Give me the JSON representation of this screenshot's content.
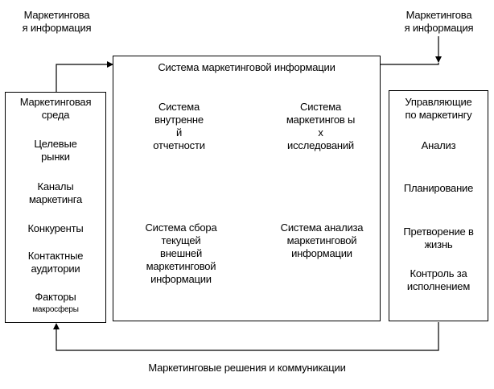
{
  "left_external": [
    "Маркетингова",
    "я информация"
  ],
  "right_external": [
    "Маркетингова",
    "я информация"
  ],
  "center_title": "Система маркетинговой информации",
  "left_box": {
    "items": [
      [
        "Маркетинговая",
        "среда"
      ],
      [
        "Целевые",
        "рынки"
      ],
      [
        "Каналы",
        "маркетинга"
      ],
      [
        "Конкуренты"
      ],
      [
        "Контактные",
        "аудитории"
      ],
      [
        "Факторы"
      ]
    ],
    "last_small": "макросферы"
  },
  "right_box": {
    "items": [
      [
        "Управляющие",
        "по маркетингу"
      ],
      [
        "Анализ"
      ],
      [
        "Планирование"
      ],
      [
        "Претворение в",
        "жизнь"
      ],
      [
        "Контроль за",
        "исполнением"
      ]
    ]
  },
  "subsystems": {
    "internal": [
      "Система",
      "внутренне",
      "й",
      "отчетности"
    ],
    "research": [
      "Система",
      "маркетингов ы",
      "х",
      "исследований"
    ],
    "collection": [
      "Система сбора",
      "текущей",
      "внешней",
      "маркетинговой",
      "информации"
    ],
    "analysis": [
      "Система анализа",
      "маркетинговой",
      "информации"
    ]
  },
  "bottom_label": "Маркетинговые решения  и коммуникации"
}
